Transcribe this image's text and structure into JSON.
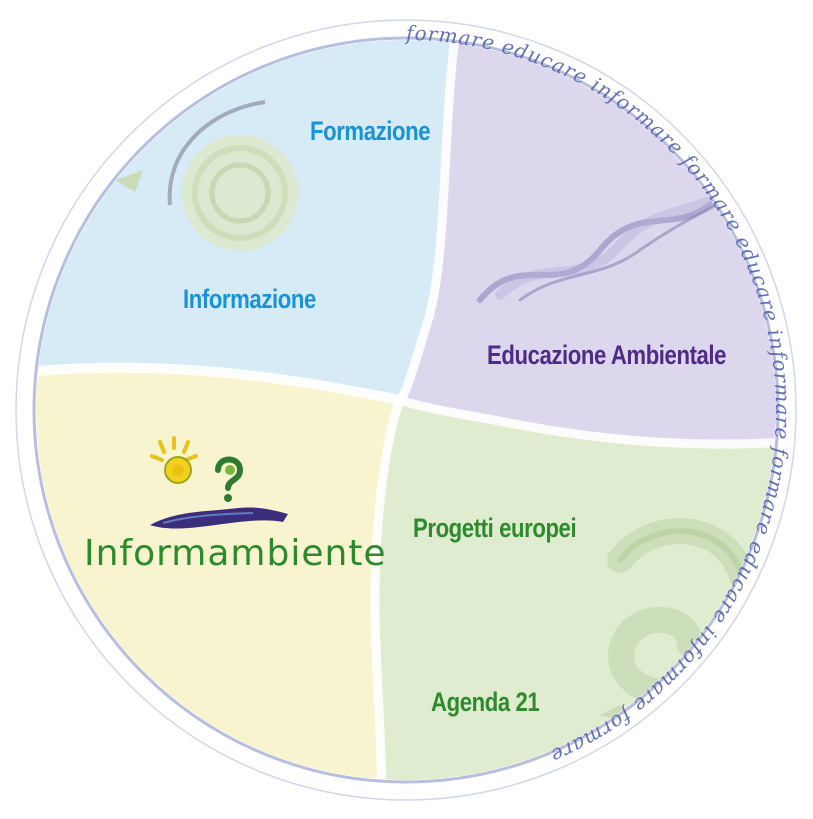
{
  "menu": {
    "formazione": "Formazione",
    "informazione": "Informazione",
    "educazione_ambientale": "Educazione Ambientale",
    "progetti_europei": "Progetti europei",
    "agenda_21": "Agenda 21"
  },
  "logo": {
    "wordmark": "Informambiente"
  },
  "decor": {
    "border_script": "formare educare informare"
  },
  "colors": {
    "quadrant_top_left": "#d6ebf6",
    "quadrant_top_right": "#ddd7ee",
    "quadrant_bottom_left": "#f8f4d0",
    "quadrant_bottom_right": "#e0ecd0",
    "label_blue": "#1a93d6",
    "label_purple": "#4e2b86",
    "label_green": "#2d8a2d",
    "border_script": "#4a5aa8"
  }
}
